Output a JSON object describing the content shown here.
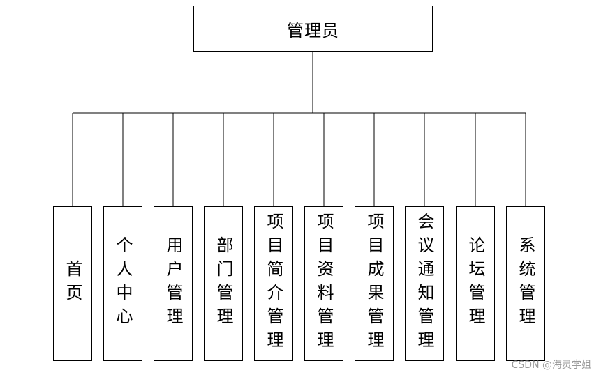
{
  "root": {
    "label": "管理员"
  },
  "children": [
    {
      "label": "首页"
    },
    {
      "label": "个人中心"
    },
    {
      "label": "用户管理"
    },
    {
      "label": "部门管理"
    },
    {
      "label": "项目简介管理"
    },
    {
      "label": "项目资料管理"
    },
    {
      "label": "项目成果管理"
    },
    {
      "label": "会议通知管理"
    },
    {
      "label": "论坛管理"
    },
    {
      "label": "系统管理"
    }
  ],
  "watermark": "CSDN @海灵学姐",
  "colors": {
    "line": "#000000",
    "box_border": "#000000",
    "watermark": "#9a9a9a"
  }
}
